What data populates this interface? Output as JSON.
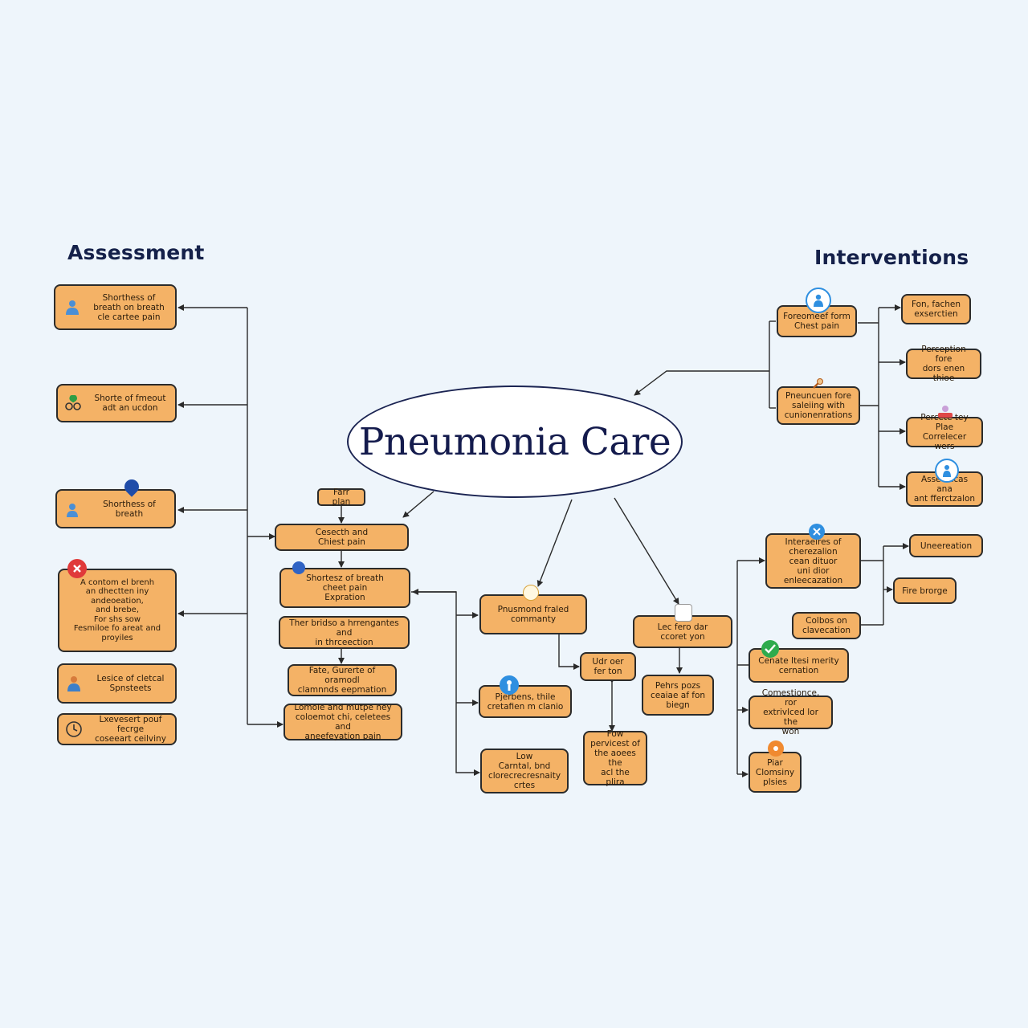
{
  "title": "Pneumonia Care",
  "sections": {
    "assessment": "Assessment",
    "interventions": "Interventions"
  },
  "colors": {
    "background": "#eef5fb",
    "node_fill": "#f4b266",
    "node_border": "#2b2b2b",
    "heading": "#15214a",
    "center_text": "#141b4d",
    "edge": "#2a2a2a"
  },
  "assessment_nodes": [
    {
      "text": "Shorthess of\nbreath on breath\ncle cartee pain",
      "icon": "person-icon"
    },
    {
      "text": "Shorte of fmeout\nadt an ucdon",
      "icon": "stethoscope-pin-icon"
    },
    {
      "text": "Shorthess of breath",
      "icon": "person-pin-icon"
    },
    {
      "text": "A contom el brenh\nan dhectten iny\nandeoeation,\nand brebe,\nFor shs sow\nFesmiloe fo areat and\nproyiles",
      "icon": "alert-icon"
    },
    {
      "text": "Lesice of cletcal\nSpnsteets",
      "icon": "doctor-icon"
    },
    {
      "text": "Lxevesert pouf fecrge\ncoseeart ceilviny",
      "icon": "clock-icon"
    }
  ],
  "middle_chain": [
    {
      "text": "Farr plan"
    },
    {
      "text": "Cesecth and\nChiest pain"
    },
    {
      "text": "Shortesz of breath\ncheet pain\nExpration",
      "icon": "pin-icon"
    },
    {
      "text": "Ther bridso a hrrengantes and\nin thrceection"
    },
    {
      "text": "Fate, Gurerte of oramodl\nclamnnds eepmation"
    },
    {
      "text": "Lomole and mutpe ney\ncoloemot chi, celetees and\naneefeyation pain"
    }
  ],
  "center_column": [
    {
      "text": "Pnusmond fraled\ncommanty",
      "icon": "clock-icon"
    },
    {
      "text": "Udr oer\nfer ton"
    },
    {
      "text": "Pjerbens, thile\ncretafien m clanio",
      "icon": "person-pin-icon"
    },
    {
      "text": "Low\nCarntal, bnd\nclorecrecresnaity\ncrtes"
    },
    {
      "text": "Fow\npervicest of\nthe aoees the\nacl the\nplira"
    }
  ],
  "right_middle": [
    {
      "text": "Lec fero dar\nccoret yon",
      "icon": "clipboard-icon"
    },
    {
      "text": "Pehrs pozs\nceaiae af fon\nbiegn"
    }
  ],
  "interventions_top": [
    {
      "text": "Foreomeef form\nChest pain",
      "icon": "person-icon"
    },
    {
      "text": "Pneuncuen fore\nsaleiing with\ncunionenrations",
      "icon": "tools-icon"
    }
  ],
  "interventions_top_right": [
    {
      "text": "Fon, fachen\nexserctien"
    },
    {
      "text": "Perception fore\ndors enen thioe"
    },
    {
      "text": "Percete tey Plae\nCorrelecer wers",
      "icon": "bed-icon"
    },
    {
      "text": "Asseeeicas ana\nant fferctzalon",
      "icon": "person-icon"
    }
  ],
  "interventions_lower": [
    {
      "text": "Interaeires of\ncherezalion\ncean dituor\nuni dior\nenleecazation",
      "icon": "tools-icon"
    },
    {
      "text": "Colbos on\nclavecation"
    },
    {
      "text": "Cenate Itesi merity\ncernation",
      "icon": "check-icon"
    },
    {
      "text": "Comestionce, ror\nextrivlced lor the\nwon"
    },
    {
      "text": "Piar\nClomsiny\nplsies",
      "icon": "tools-icon"
    }
  ],
  "interventions_lower_right": [
    {
      "text": "Uneereation"
    },
    {
      "text": "Fire brorge"
    }
  ]
}
